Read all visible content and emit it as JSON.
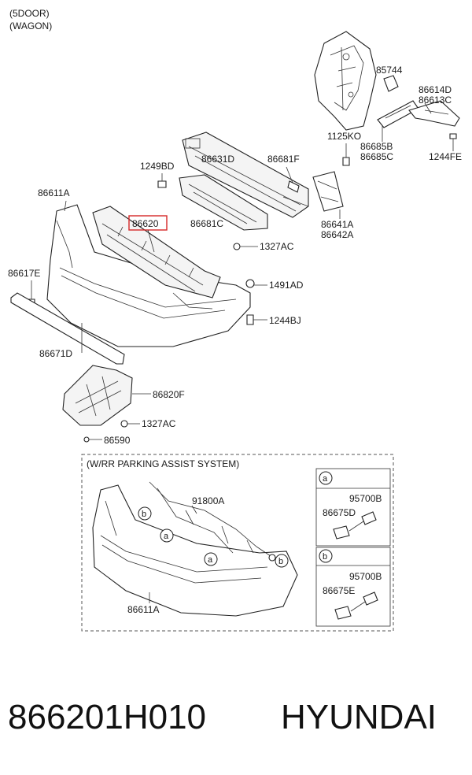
{
  "header": {
    "line1": "(5DOOR)",
    "line2": "(WAGON)"
  },
  "callouts": {
    "c85744": "85744",
    "c86614D": "86614D",
    "c86613C": "86613C",
    "c1125KO": "1125KO",
    "c86685B": "86685B",
    "c86685C": "86685C",
    "c1244FE": "1244FE",
    "c1249BD": "1249BD",
    "c86631D": "86631D",
    "c86681F": "86681F",
    "c86611A_top": "86611A",
    "c86620": "86620",
    "c86681C": "86681C",
    "c86641A": "86641A",
    "c86642A": "86642A",
    "c1327AC_top": "1327AC",
    "c86617E": "86617E",
    "c1491AD": "1491AD",
    "c1244BJ": "1244BJ",
    "c86671D": "86671D",
    "c86820F": "86820F",
    "c1327AC_bottom": "1327AC",
    "c86590": "86590"
  },
  "inset": {
    "title": "(W/RR PARKING ASSIST SYSTEM)",
    "c91800A": "91800A",
    "c86611A": "86611A",
    "marker_a": "a",
    "marker_b": "b",
    "panel_a": {
      "marker": "a",
      "c95700B": "95700B",
      "c86675D": "86675D"
    },
    "panel_b": {
      "marker": "b",
      "c95700B": "95700B",
      "c86675E": "86675E"
    }
  },
  "footer": {
    "part_number": "866201H010",
    "brand": "HYUNDAI"
  },
  "highlight_color": "#d62828"
}
